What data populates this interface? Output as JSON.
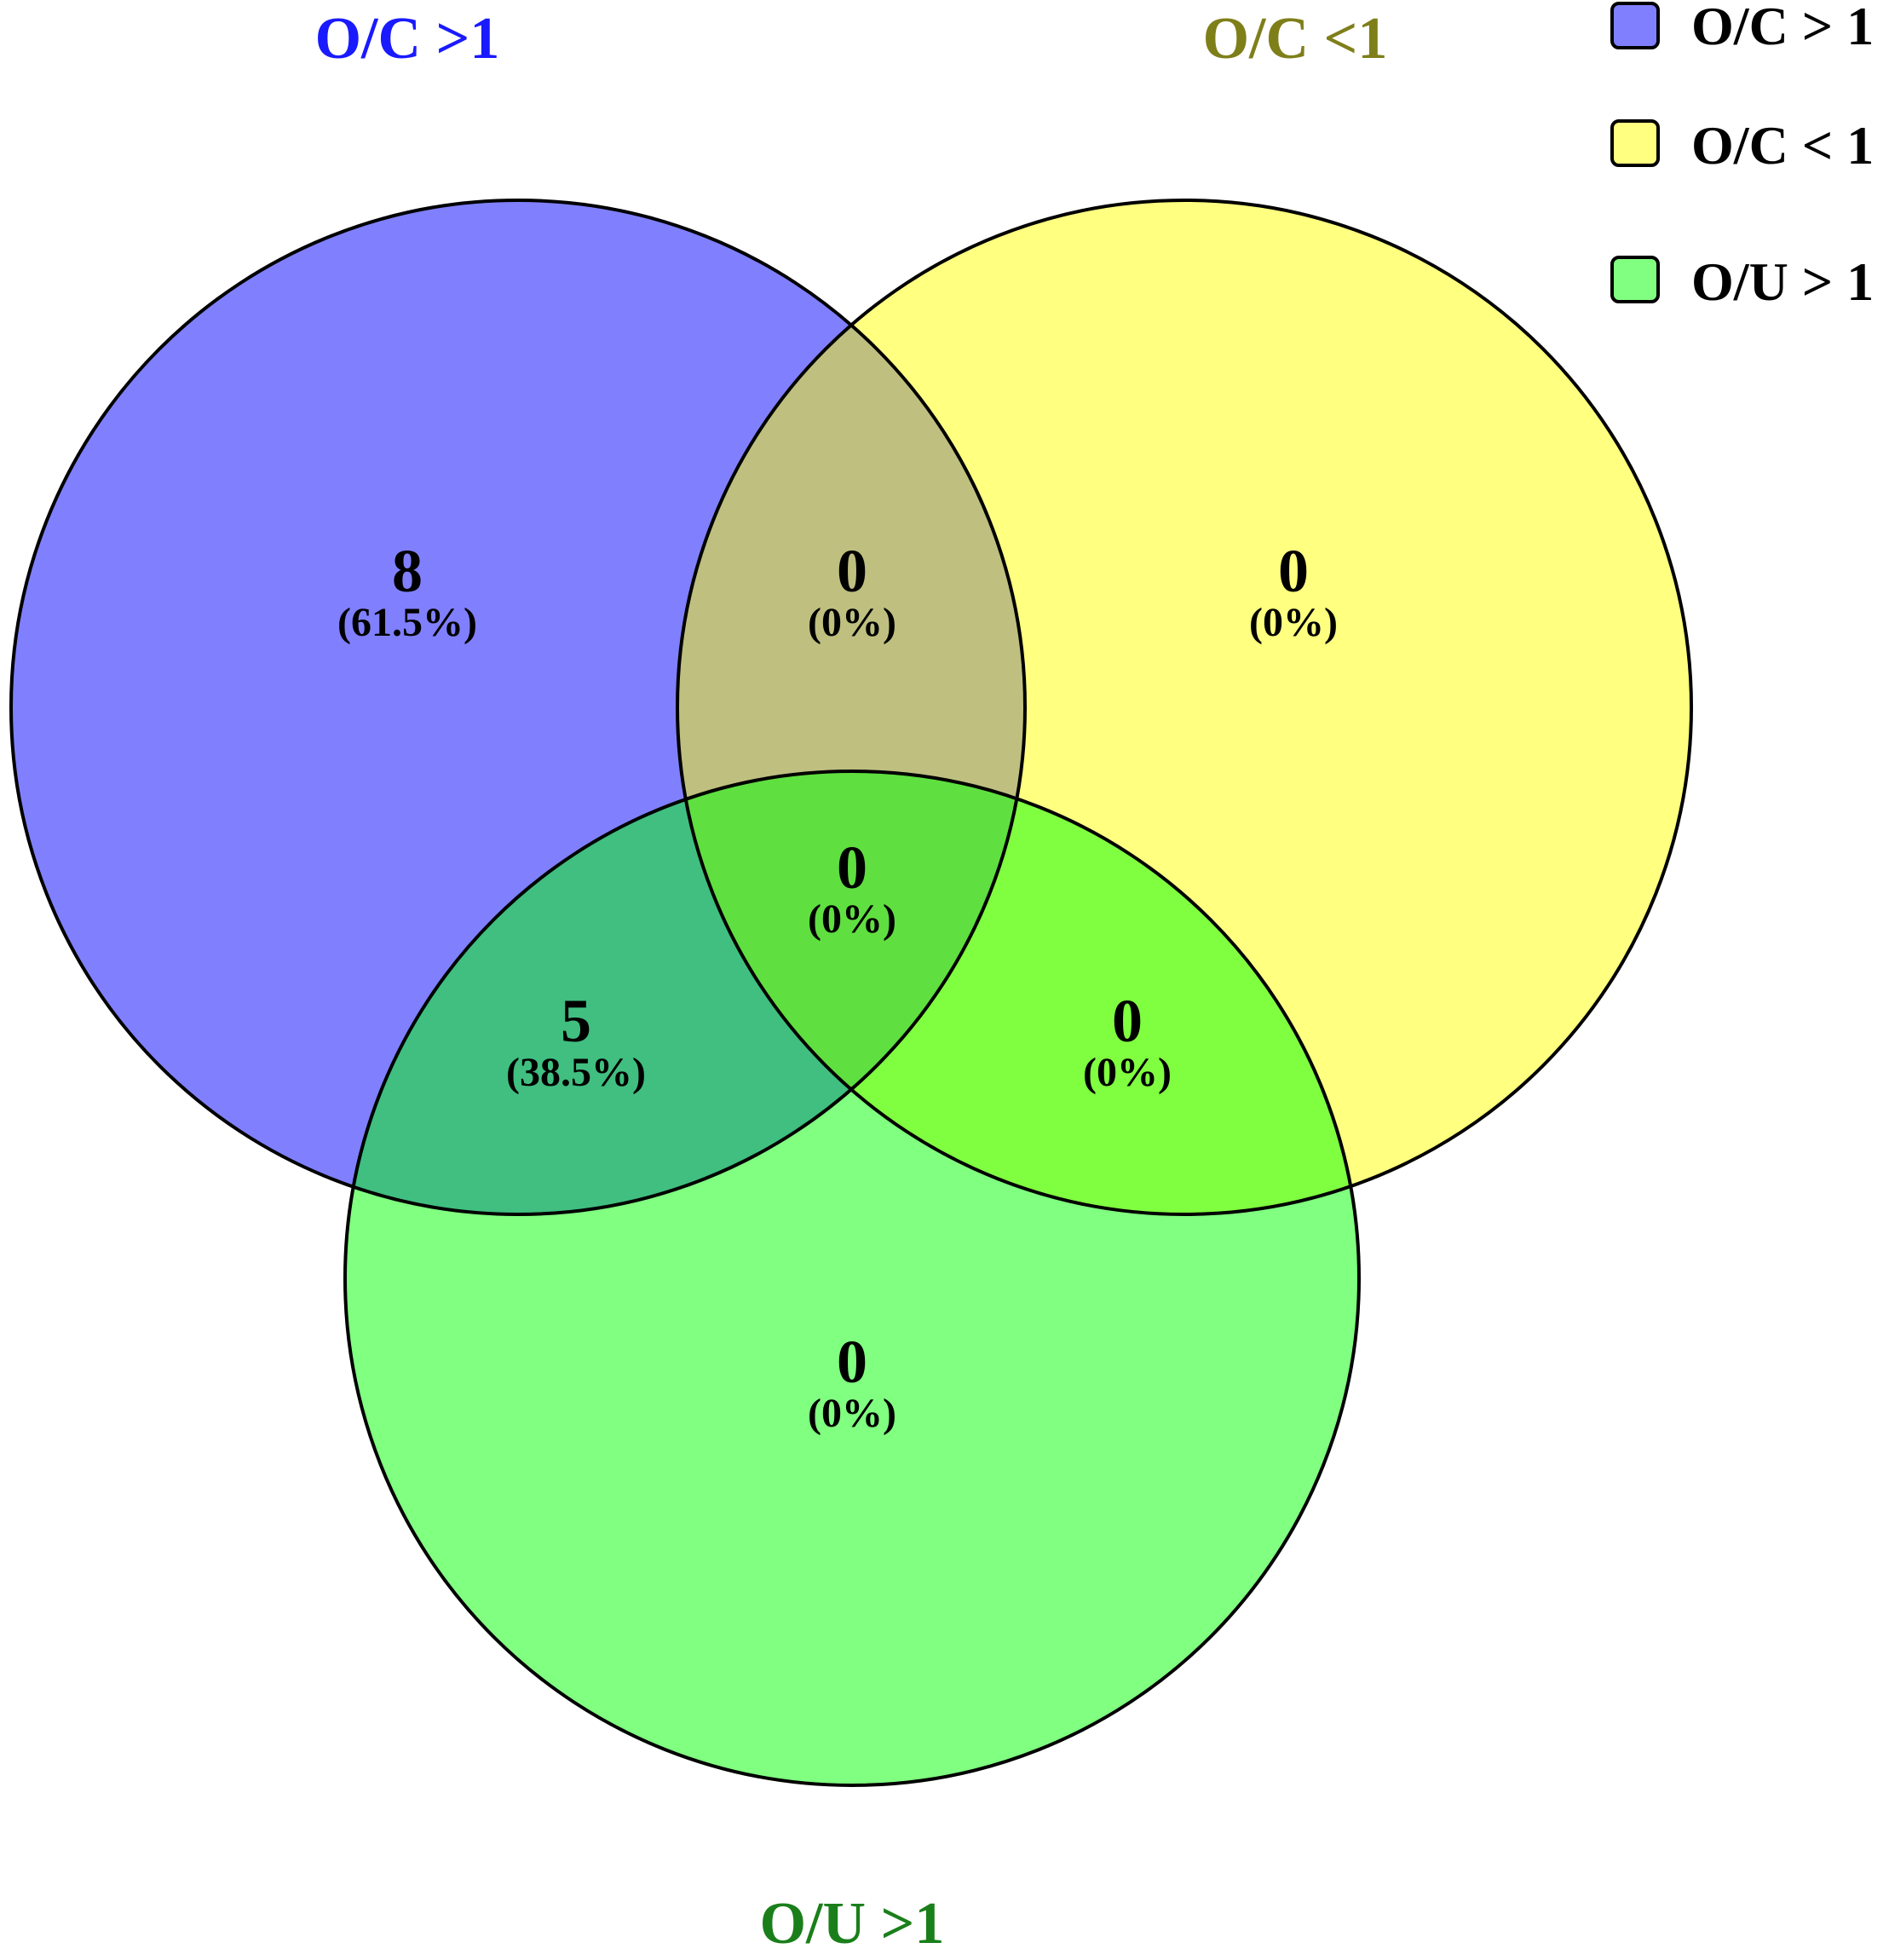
{
  "sets": [
    {
      "id": "A",
      "label": "O/C >1",
      "legend_label": "O/C > 1",
      "fill": "#8080ff",
      "title_color": "#1a1aff"
    },
    {
      "id": "B",
      "label": "O/C <1",
      "legend_label": "O/C < 1",
      "fill": "#ffff80",
      "title_color": "#7f7f1a"
    },
    {
      "id": "C",
      "label": "O/U >1",
      "legend_label": "O/U > 1",
      "fill": "#80ff80",
      "title_color": "#1a7f1a"
    }
  ],
  "regions": {
    "a_only": {
      "count": "8",
      "percent": "(61.5%)"
    },
    "b_only": {
      "count": "0",
      "percent": "(0%)"
    },
    "c_only": {
      "count": "0",
      "percent": "(0%)"
    },
    "ab": {
      "count": "0",
      "percent": "(0%)"
    },
    "ac": {
      "count": "5",
      "percent": "(38.5%)"
    },
    "bc": {
      "count": "0",
      "percent": "(0%)"
    },
    "abc": {
      "count": "0",
      "percent": "(0%)"
    }
  },
  "colors": {
    "ab": "#bfbf80",
    "ac": "#40bf80",
    "bc": "#80ff40",
    "abc": "#5fdf40",
    "outline": "#000000"
  }
}
